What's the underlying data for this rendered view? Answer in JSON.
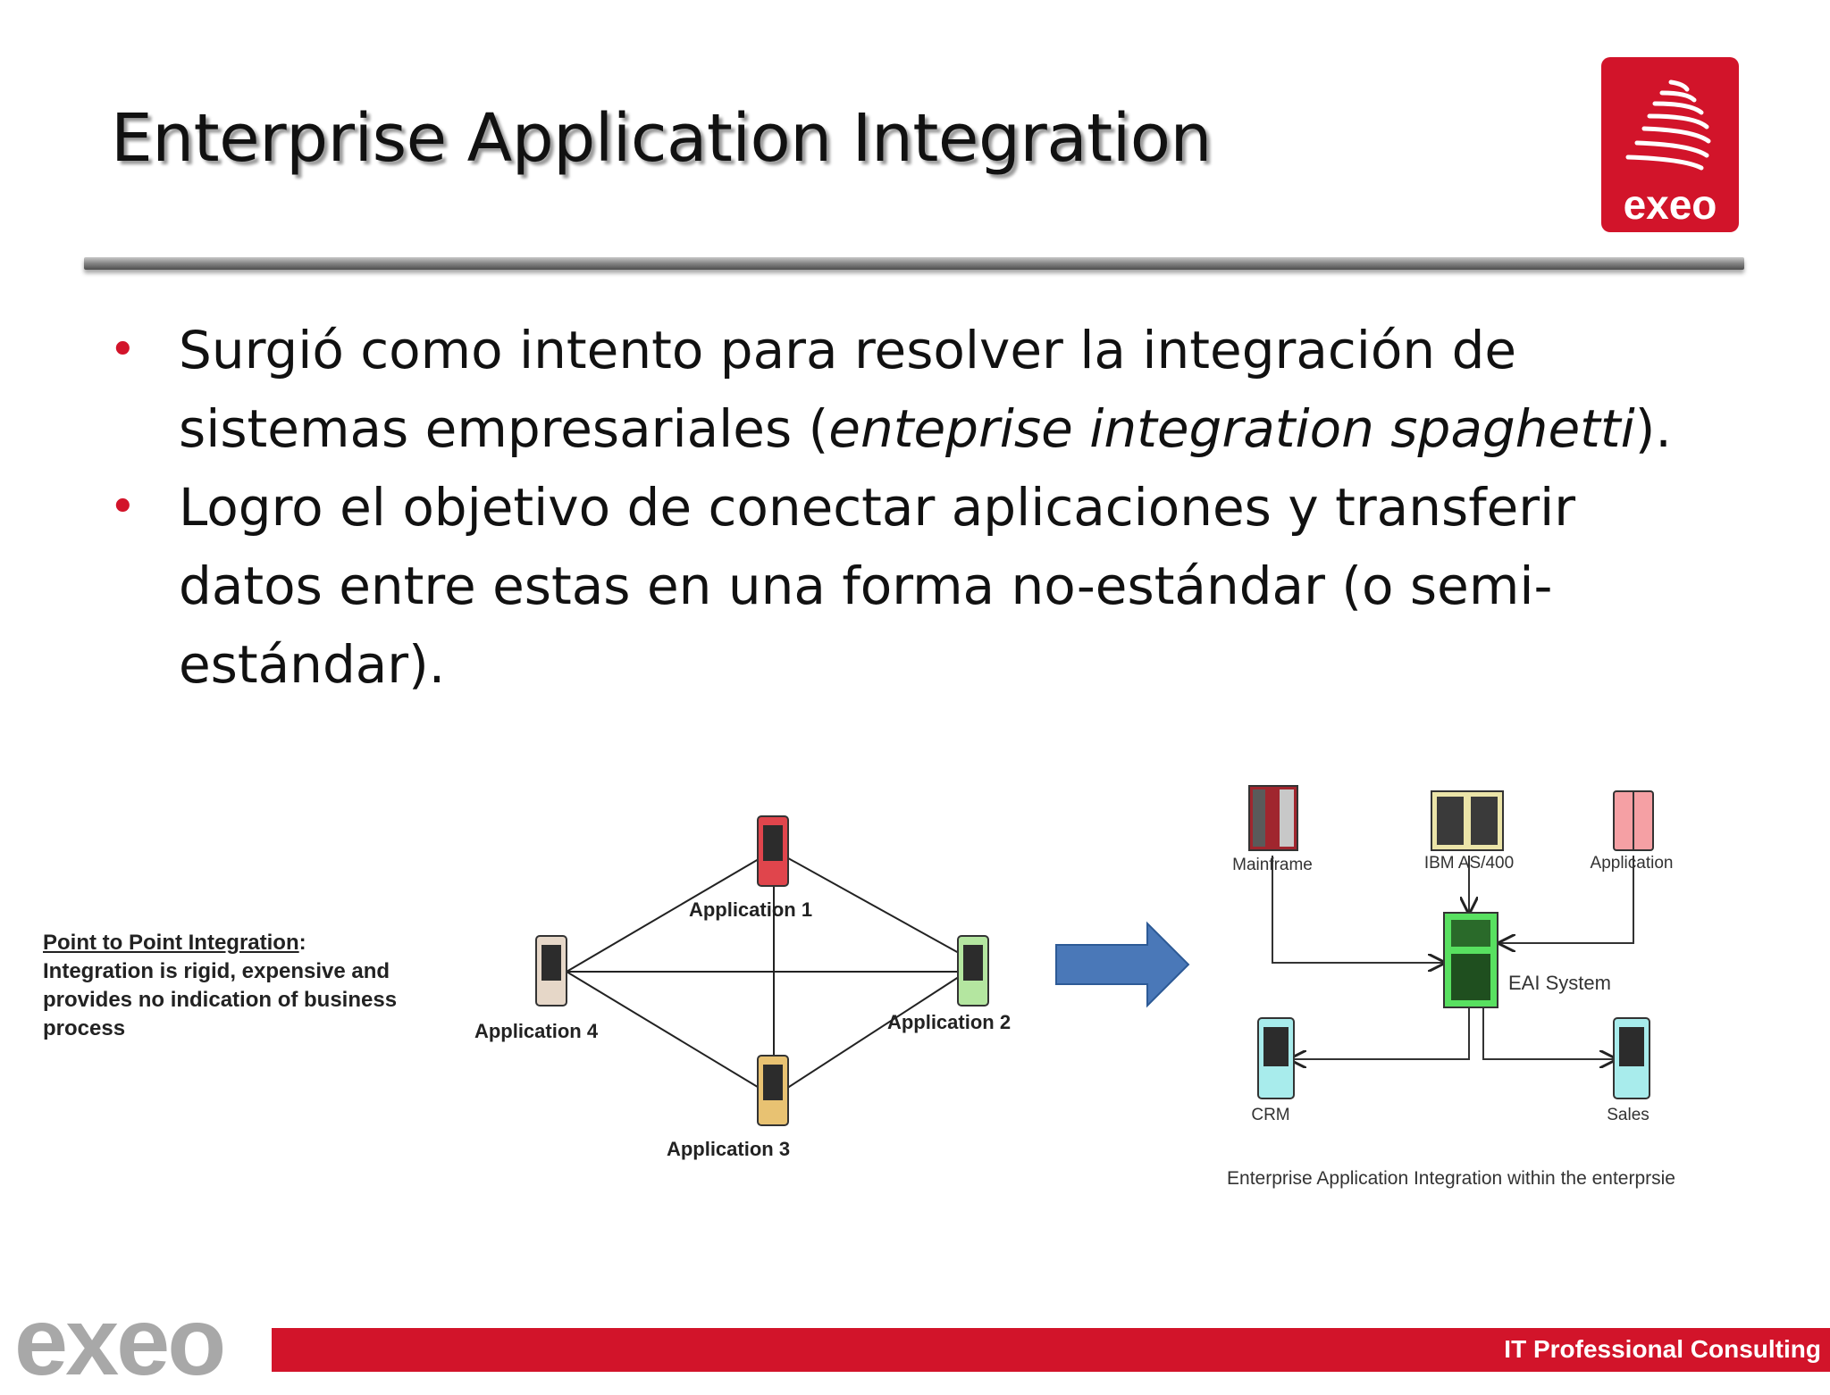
{
  "slide": {
    "title": "Enterprise Application Integration",
    "logo_text": "exeo",
    "bullets": [
      {
        "pre": "Surgió como intento para resolver la integración de sistemas empresariales (",
        "em": "enteprise integration spaghetti",
        "post": ")."
      },
      {
        "pre": "Logro el objetivo de conectar aplicaciones y transferir datos entre estas en una forma no-estándar (o semi-estándar).",
        "em": "",
        "post": ""
      }
    ]
  },
  "p2p_diagram": {
    "note_heading": "Point to Point Integration",
    "note_colon": ":",
    "note_body": "Integration is rigid, expensive and provides no indication of business process",
    "nodes": [
      "Application 1",
      "Application 2",
      "Application 3",
      "Application 4"
    ]
  },
  "eai_diagram": {
    "nodes": [
      "Mainframe",
      "IBM AS/400",
      "Application",
      "EAI System",
      "CRM",
      "Sales"
    ],
    "caption": "Enterprise Application Integration within the enterprsie"
  },
  "footer": {
    "logo": "exeo",
    "tagline": "IT Professional Consulting"
  },
  "colors": {
    "brand_red": "#d2142a",
    "arrow_blue": "#4a78b8",
    "footer_logo_gray": "#a8a8a8"
  }
}
